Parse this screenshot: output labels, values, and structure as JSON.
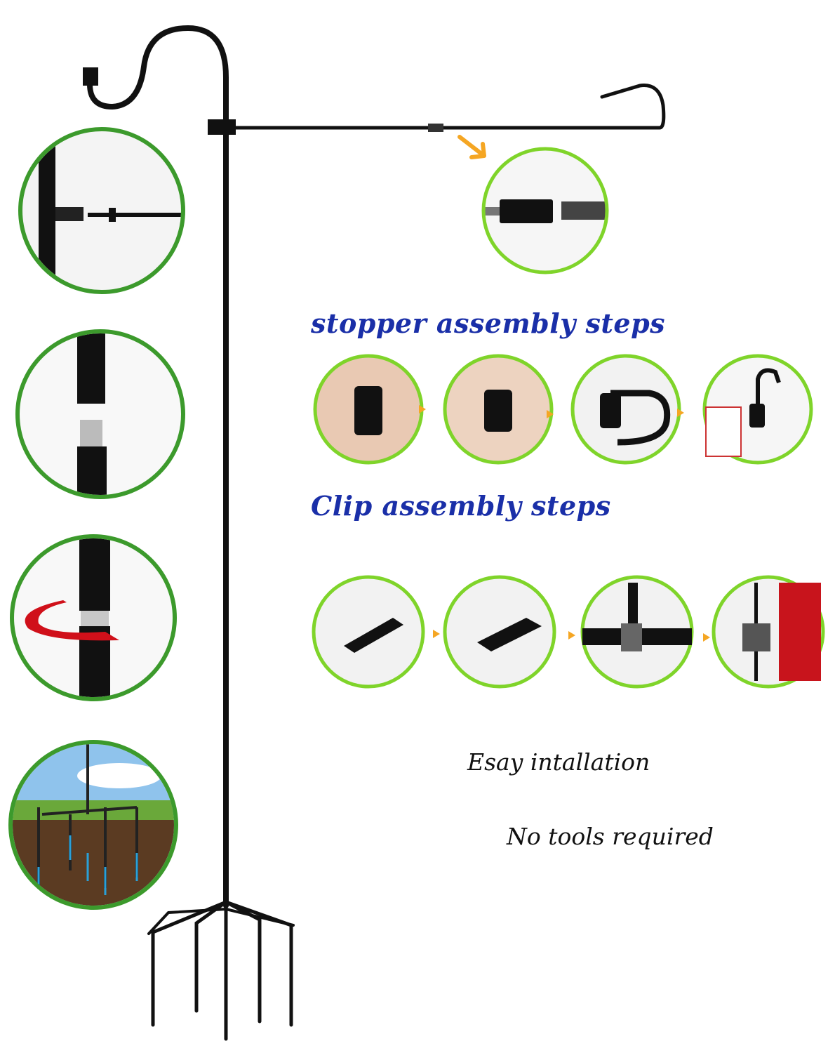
{
  "headings": {
    "stopper": "stopper assembly steps",
    "clip": "Clip assembly steps"
  },
  "notes": {
    "install": "Esay intallation",
    "tools": "No tools required"
  },
  "colors": {
    "heading": "#1a2fa8",
    "ring_dark_green": "#3c9a2c",
    "ring_lime": "#7fd42a",
    "arrow_orange": "#f5a623",
    "pole": "#111111"
  }
}
